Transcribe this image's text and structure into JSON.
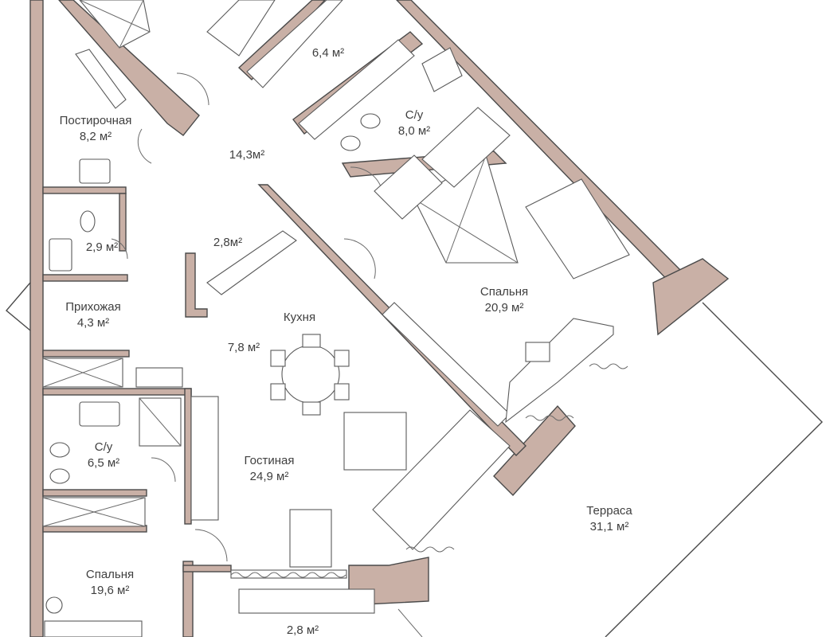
{
  "rooms": [
    {
      "name": "",
      "area": "6,4 м²"
    },
    {
      "name": "Постирочная",
      "area": "8,2 м²"
    },
    {
      "name": "",
      "area": "14,3м²"
    },
    {
      "name": "С/у",
      "area": "8,0 м²"
    },
    {
      "name": "",
      "area": "2,8м²"
    },
    {
      "name": "",
      "area": "2,9 м²"
    },
    {
      "name": "Прихожая",
      "area": "4,3 м²"
    },
    {
      "name": "Кухня",
      "area": ""
    },
    {
      "name": "",
      "area": "7,8 м²"
    },
    {
      "name": "Спальня",
      "area": "20,9 м²"
    },
    {
      "name": "С/у",
      "area": "6,5 м²"
    },
    {
      "name": "Гостиная",
      "area": "24,9 м²"
    },
    {
      "name": "Терраса",
      "area": "31,1 м²"
    },
    {
      "name": "Спальня",
      "area": "19,6 м²"
    },
    {
      "name": "",
      "area": "2,8 м²"
    }
  ],
  "colors": {
    "wall": "#c9b0a6",
    "line": "#4a4a4a",
    "text": "#3f3f3f"
  }
}
